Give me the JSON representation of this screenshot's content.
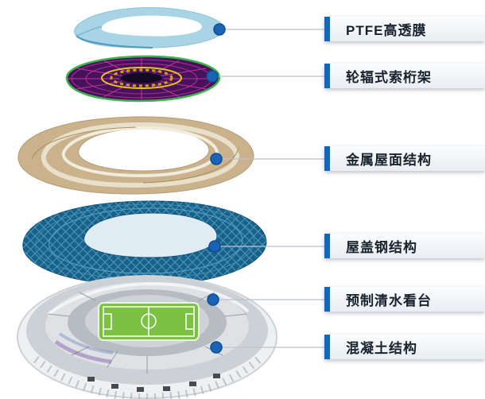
{
  "diagram": {
    "type": "exploded-stadium-construction-layers",
    "labels": [
      {
        "id": "ptfe-membrane",
        "text": "PTFE高透膜"
      },
      {
        "id": "cable-truss",
        "text": "轮辐式索桁架"
      },
      {
        "id": "metal-roof",
        "text": "金属屋面结构"
      },
      {
        "id": "steel-roof",
        "text": "屋盖钢结构"
      },
      {
        "id": "precast-stand",
        "text": "预制清水看台"
      },
      {
        "id": "concrete",
        "text": "混凝土结构"
      }
    ],
    "layers": [
      "PTFE transparent membrane (light blue)",
      "spoke-type cable truss (green outline, magenta web, yellow ring)",
      "metal roof structure (tan/cream ring)",
      "roof steel structure (blue mesh ring)",
      "precast fair-faced concrete stands (stadium bowl with green pitch)",
      "concrete structure (grey facade base)"
    ],
    "colors": {
      "accent_blue": "#1467b8",
      "leader_dot": "#1a63b5",
      "membrane": "#a8d4e6",
      "truss_green": "#3bb54a",
      "truss_magenta": "#d237a8",
      "truss_yellow": "#e8c51a",
      "metal_roof_tan": "#c9b28c",
      "steel_roof_blue": "#186189",
      "pitch_green": "#7cc143",
      "bowl_grey": "#ccd1d6",
      "label_bg": "#eef2f5",
      "label_text": "#17222d"
    }
  }
}
